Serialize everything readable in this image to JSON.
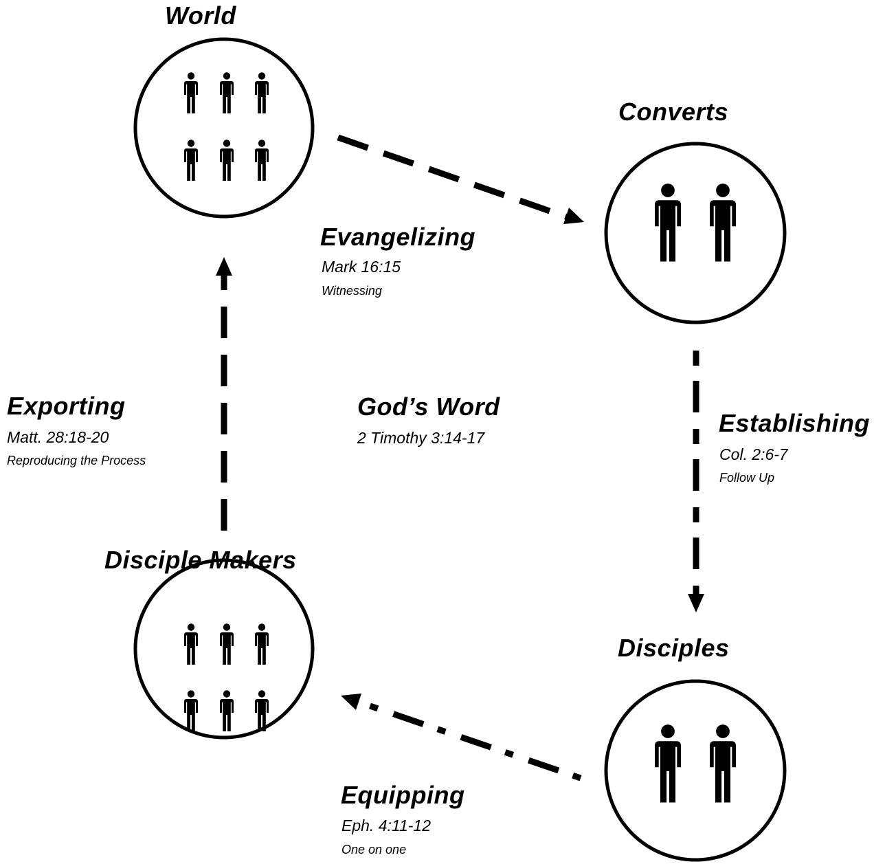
{
  "nodes": {
    "world": {
      "label": "World"
    },
    "converts": {
      "label": "Converts"
    },
    "disciples": {
      "label": "Disciples"
    },
    "disciple_makers": {
      "label": "Disciple Makers"
    }
  },
  "steps": {
    "evangelizing": {
      "label": "Evangelizing",
      "reference": "Mark 16:15",
      "note": "Witnessing"
    },
    "establishing": {
      "label": "Establishing",
      "reference": "Col. 2:6-7",
      "note": "Follow Up"
    },
    "equipping": {
      "label": "Equipping",
      "reference": "Eph. 4:11-12",
      "note": "One on one"
    },
    "exporting": {
      "label": "Exporting",
      "reference": "Matt. 28:18-20",
      "note": "Reproducing the Process"
    }
  },
  "center": {
    "label": "God’s Word",
    "reference": "2 Timothy 3:14-17"
  },
  "people_counts": {
    "world": 6,
    "converts": 2,
    "disciples": 2,
    "disciple_makers": 6
  },
  "icons": {
    "person": "person-icon",
    "arrow": "arrowhead-icon"
  },
  "colors": {
    "ink": "#000000",
    "background": "#ffffff"
  }
}
